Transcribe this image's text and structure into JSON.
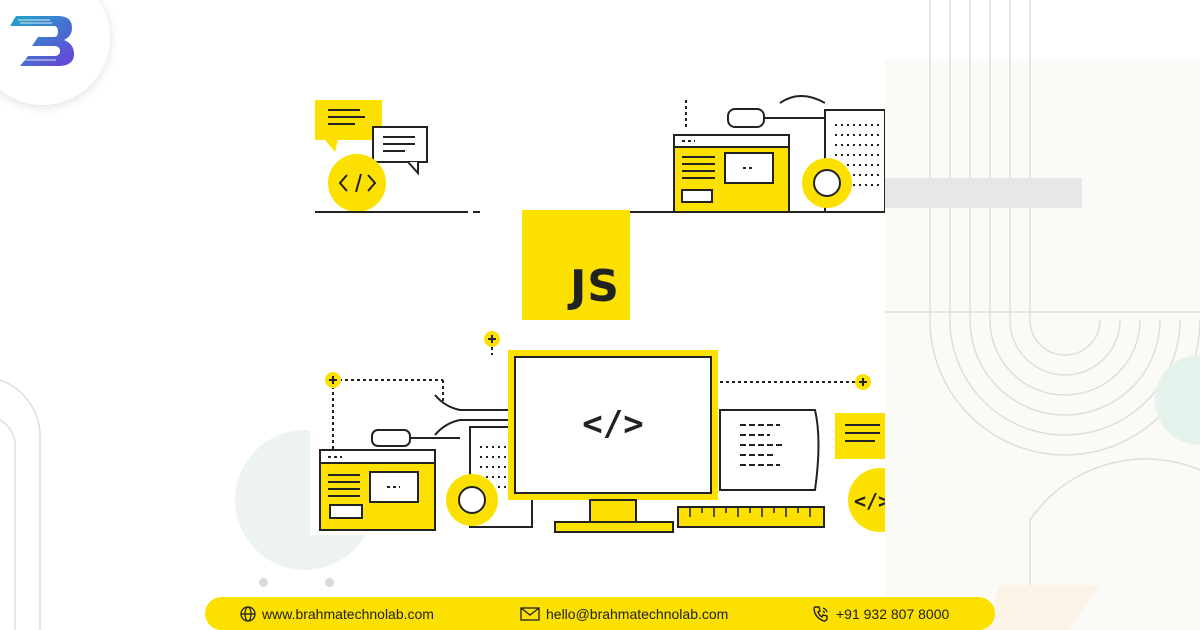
{
  "colors": {
    "accent": "#fbe000",
    "ink": "#222222",
    "logo_gradient_start": "#1ea7c9",
    "logo_gradient_end": "#6a3fd6"
  },
  "logo": {
    "letter": "B",
    "icon": "brand-logo-icon"
  },
  "illustration": {
    "badge_text": "JS",
    "code_symbol": "</>",
    "small_code_symbol": "</>",
    "icons": [
      "code-bubble-icon",
      "chat-bubble-icon",
      "gear-icon",
      "wrench-icon",
      "usb-cable-icon",
      "monitor-icon",
      "ruler-icon",
      "document-scroll-icon",
      "plus-icon"
    ]
  },
  "contact": {
    "website": "www.brahmatechnolab.com",
    "email": "hello@brahmatechnolab.com",
    "phone": "+91 932 807 8000"
  }
}
